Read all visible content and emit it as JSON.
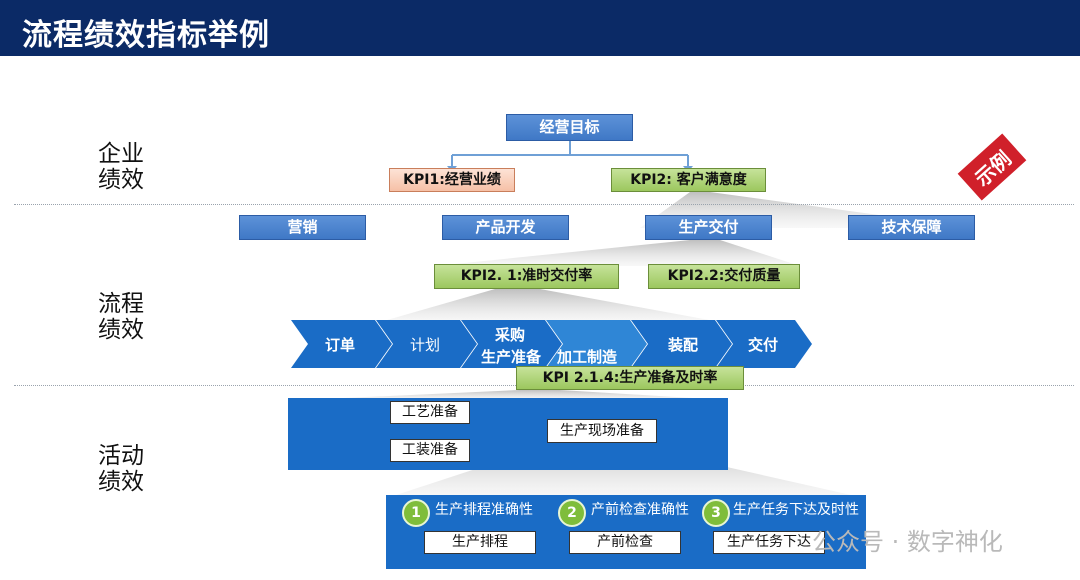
{
  "title": "流程绩效指标举例",
  "stamp": "示例",
  "levels": {
    "enterprise": "企业\n绩效",
    "process": "流程\n绩效",
    "activity": "活动\n绩效"
  },
  "goal": "经营目标",
  "kpi1": "KPI1:经营业绩",
  "kpi2": "KPI2: 客户满意度",
  "processes": [
    "营销",
    "产品开发",
    "生产交付",
    "技术保障"
  ],
  "kpi21": "KPI2. 1:准时交付率",
  "kpi22": "KPI2.2:交付质量",
  "flow": [
    "订单",
    "计划",
    "采购",
    "生产准备",
    "加工制造",
    "装配",
    "交付"
  ],
  "kpi214": "KPI 2.1.4:生产准备及时率",
  "activities": {
    "a1": "工艺准备",
    "a2": "工装准备",
    "a3": "生产现场准备"
  },
  "subkpis": [
    {
      "num": "1",
      "label": "生产排程准确性"
    },
    {
      "num": "2",
      "label": "产前检查准确性"
    },
    {
      "num": "3",
      "label": "生产任务下达及时性"
    }
  ],
  "subacts": [
    "生产排程",
    "产前检查",
    "生产任务下达"
  ],
  "watermark": "公众号 · 数字神化",
  "colors": {
    "navy": "#0b2a66",
    "blue": "#1a6cc6",
    "green": "#9cc75e",
    "stamp": "#d0202a"
  }
}
